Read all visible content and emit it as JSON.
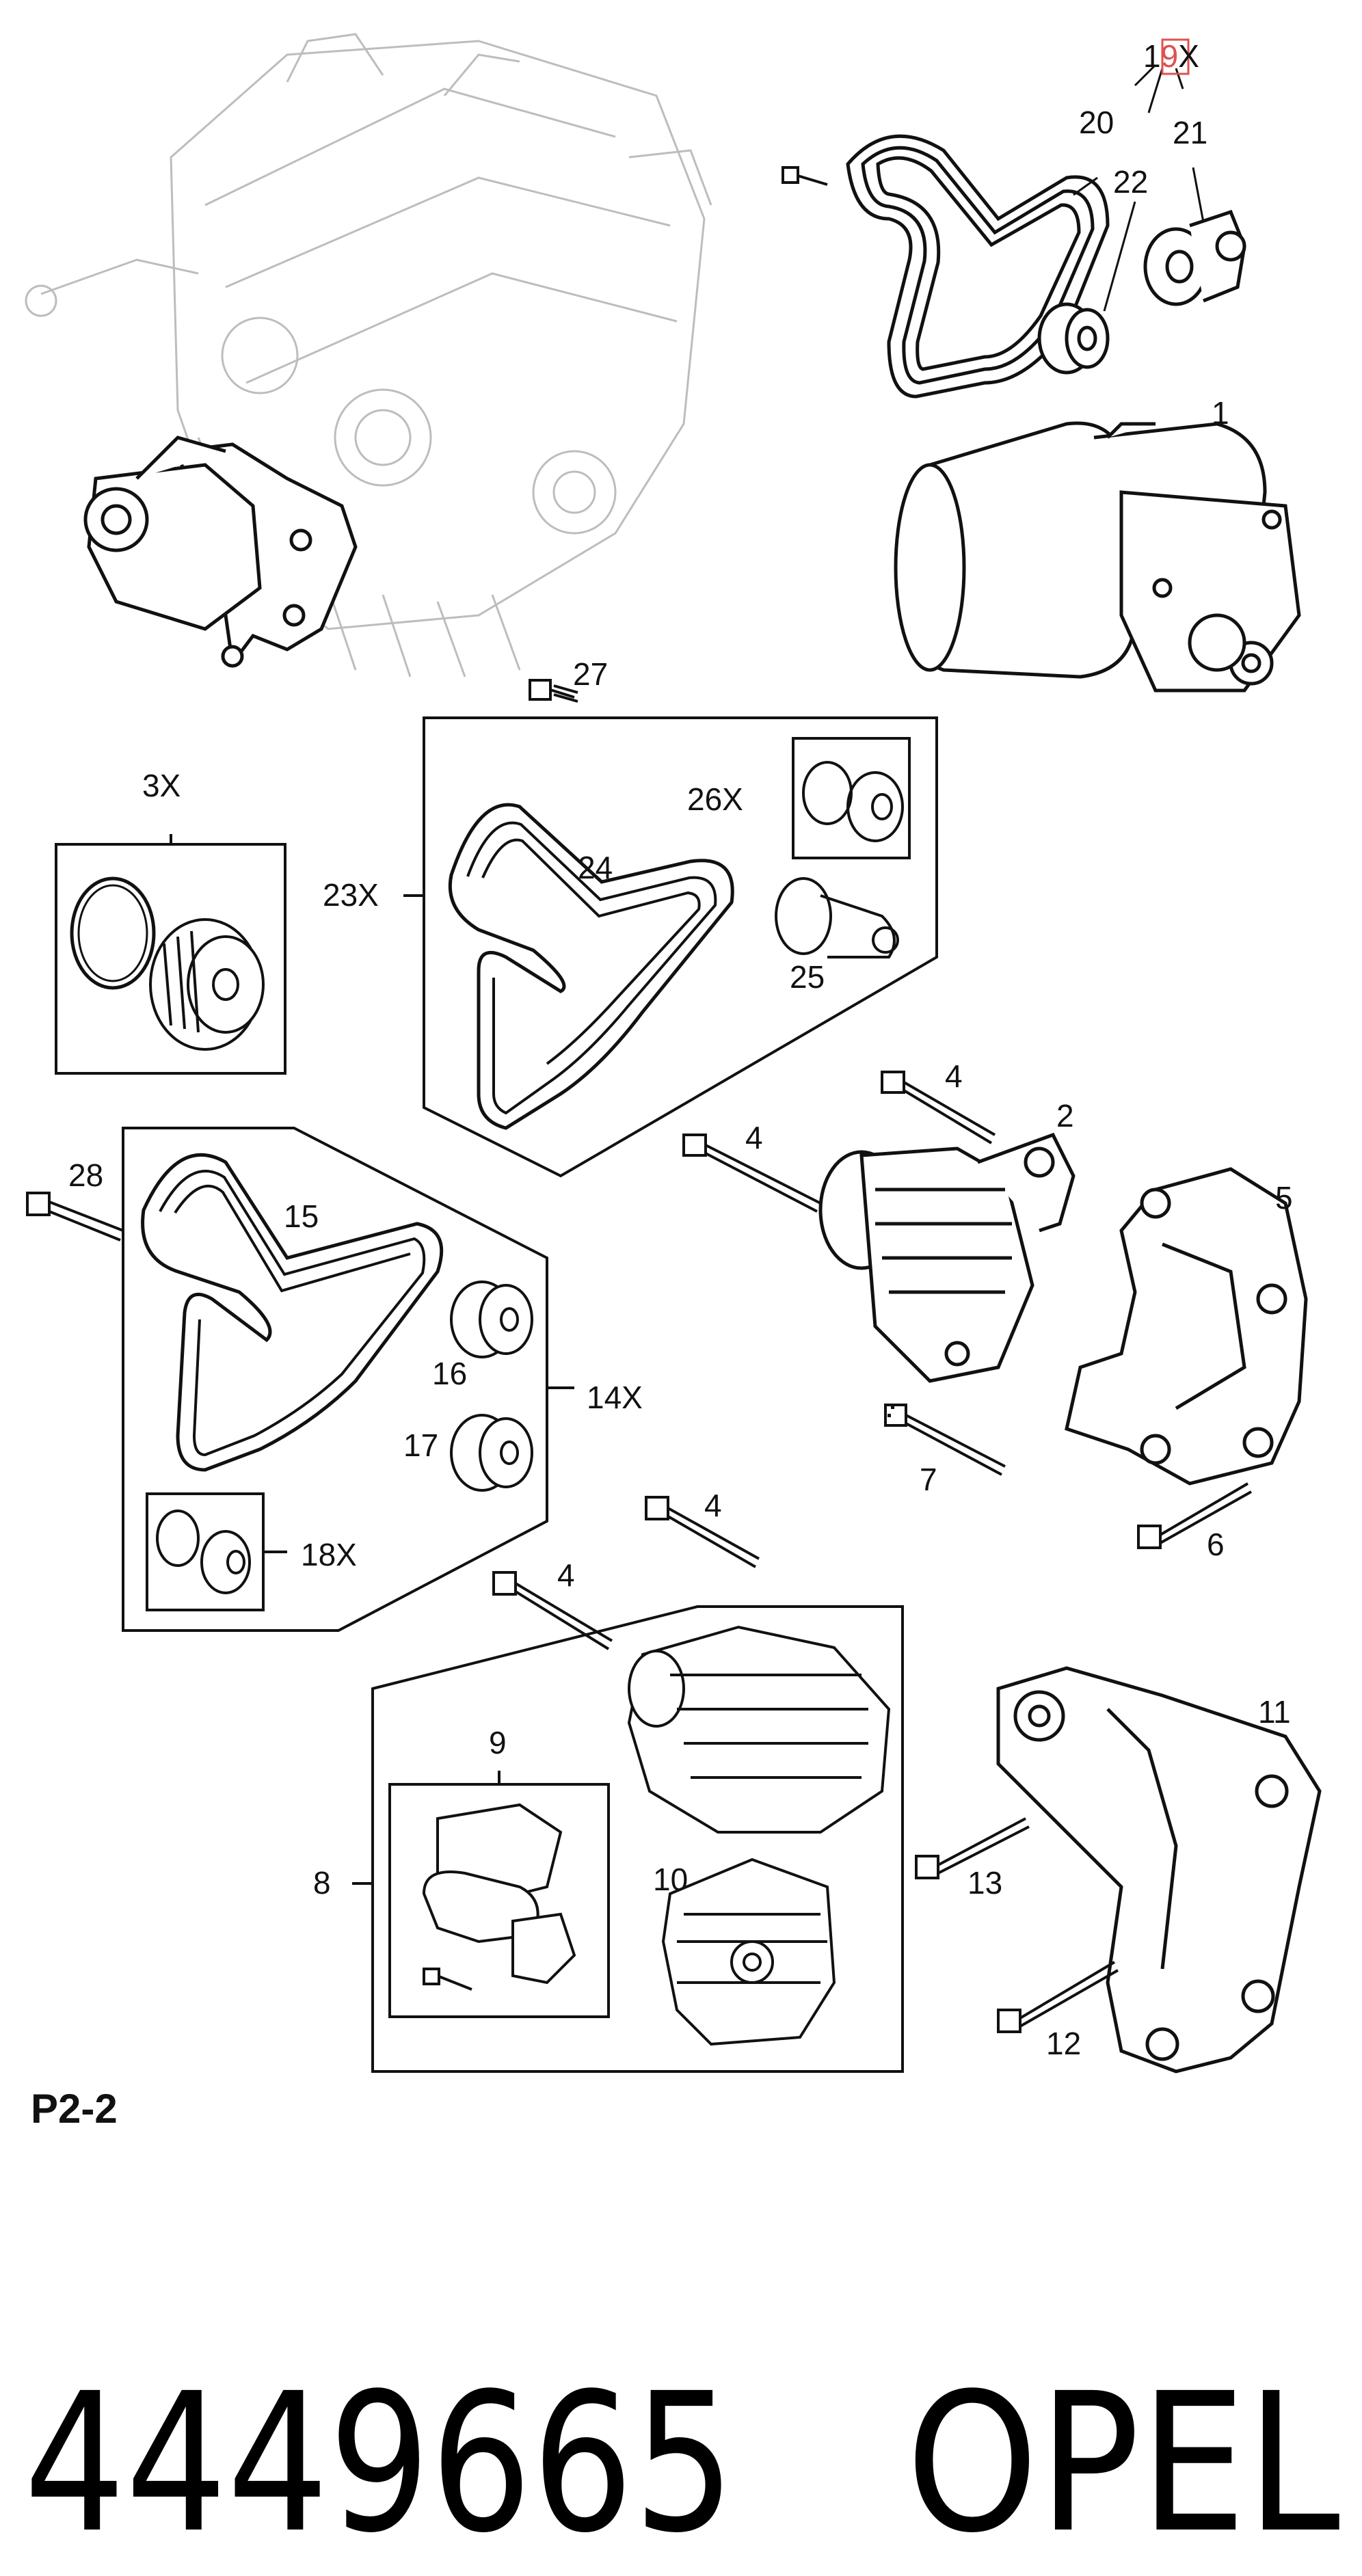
{
  "callouts": {
    "c1": "1",
    "c2": "2",
    "c3X": "3X",
    "c4a": "4",
    "c4b": "4",
    "c4c": "4",
    "c4d": "4",
    "c5": "5",
    "c6": "6",
    "c7": "7",
    "c8": "8",
    "c9": "9",
    "c10": "10",
    "c11": "11",
    "c12": "12",
    "c13": "13",
    "c14X": "14X",
    "c15": "15",
    "c16": "16",
    "c17": "17",
    "c18X": "18X",
    "c19X_pre": "1",
    "c19X_hi": "9",
    "c19X_post": "X",
    "c20": "20",
    "c21": "21",
    "c22": "22",
    "c23X": "23X",
    "c24": "24",
    "c25": "25",
    "c26X": "26X",
    "c27": "27",
    "c28": "28"
  },
  "sheet_label": "P2-2",
  "part_number": "4449665",
  "brand": "OPEL",
  "colors": {
    "line": "#111111",
    "ghost": "#bdbdbd",
    "highlight": "#e05050"
  }
}
